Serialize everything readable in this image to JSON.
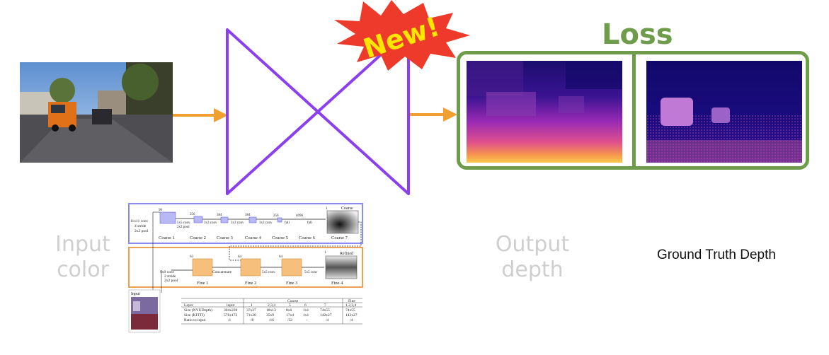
{
  "input_label": [
    "Input",
    "color"
  ],
  "output_label": [
    "Output",
    "depth"
  ],
  "loss_title": "Loss",
  "ground_truth_label": "Ground Truth Depth",
  "new_badge": "New!",
  "colors": {
    "arrow": "#f0a030",
    "network": "#8a3ff0",
    "loss_box": "#6e9c4a",
    "badge_fill": "#ee3a2a",
    "badge_text": "#ffe600",
    "coarse_box": "#8c8cf0",
    "fine_box": "#f0a050"
  },
  "inset": {
    "coarse_title": "Coarse",
    "refined_title": "Refined",
    "coarse_first": [
      "11x11 conv",
      "4 stride",
      "2x2 pool"
    ],
    "coarse_convs": [
      "5x5 conv",
      "2x2 pool",
      "3x3 conv",
      "3x3 conv",
      "3x3 conv",
      "full",
      "full"
    ],
    "coarse_channels": [
      "96",
      "256",
      "384",
      "384",
      "256",
      "4096",
      "1"
    ],
    "coarse_layers": [
      "Coarse 1",
      "Coarse 2",
      "Coarse 3",
      "Coarse 4",
      "Coarse 5",
      "Coarse 6",
      "Coarse 7"
    ],
    "fine_first": [
      "9x9 conv",
      "2 stride",
      "2x2 pool"
    ],
    "fine_channels": [
      "63",
      "64",
      "64",
      "1"
    ],
    "fine_convs": [
      "5x5 conv",
      "5x5 conv"
    ],
    "concatenate": "Concatenate",
    "fine_layers": [
      "Fine 1",
      "Fine 2",
      "Fine 3",
      "Fine 4"
    ],
    "input_caption": "Input",
    "table": {
      "group_headers": [
        "Coarse",
        "Fine"
      ],
      "header": [
        "Layer",
        "input",
        "1",
        "2,3,4",
        "5",
        "6",
        "7",
        "1,2,3,4"
      ],
      "rows": [
        [
          "Size (NYUDepth)",
          "304x228",
          "37x27",
          "18x13",
          "8x6",
          "1x1",
          "74x55",
          "74x55"
        ],
        [
          "Size (KITTI)",
          "576x172",
          "71x20",
          "35x9",
          "17x4",
          "1x1",
          "142x27",
          "142x27"
        ],
        [
          "Ratio to input",
          "/1",
          "/8",
          "/16",
          "/32",
          "–",
          "/4",
          "/4"
        ]
      ]
    }
  }
}
